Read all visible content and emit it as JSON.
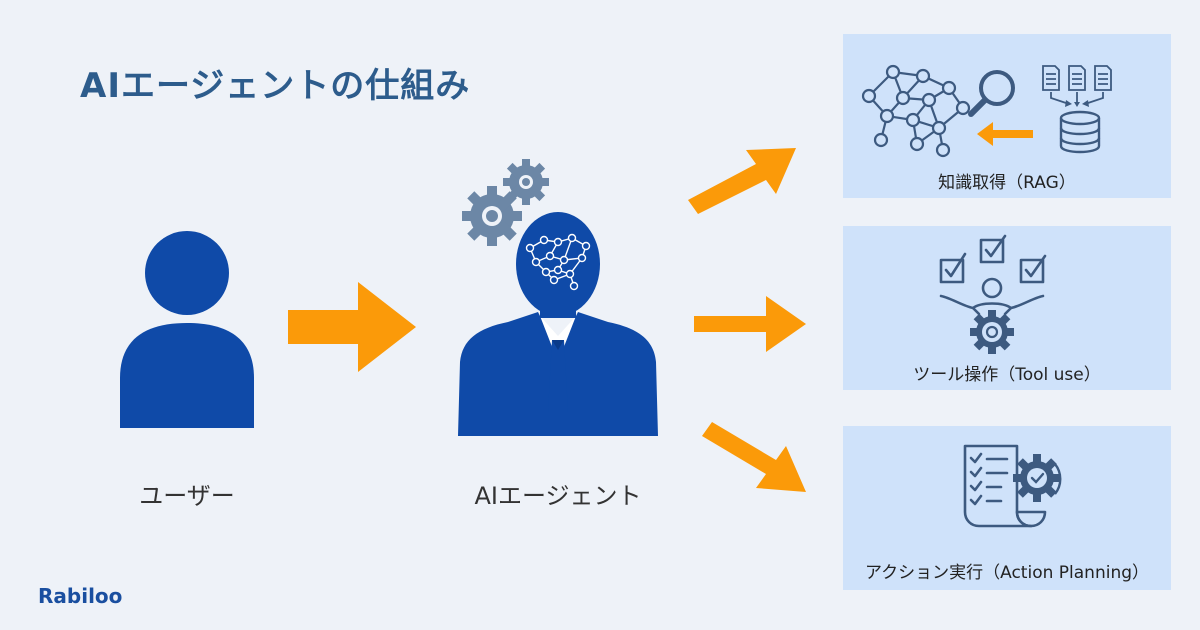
{
  "title": "AIエージェントの仕組み",
  "nodes": {
    "user_label": "ユーザー",
    "agent_label": "AIエージェント"
  },
  "panels": [
    {
      "label": "知識取得（RAG）"
    },
    {
      "label": "ツール操作（Tool use）"
    },
    {
      "label": "アクション実行（Action Planning）"
    }
  ],
  "brand": {
    "logo": "Rabiloo"
  },
  "colors": {
    "primary_blue": "#0f4aa8",
    "arrow_orange": "#fb9a09",
    "icon_slate": "#3d5a80",
    "gear_gray": "#6c87a6",
    "panel_bg": "#cfe2fa",
    "title": "#2d5c8c"
  }
}
